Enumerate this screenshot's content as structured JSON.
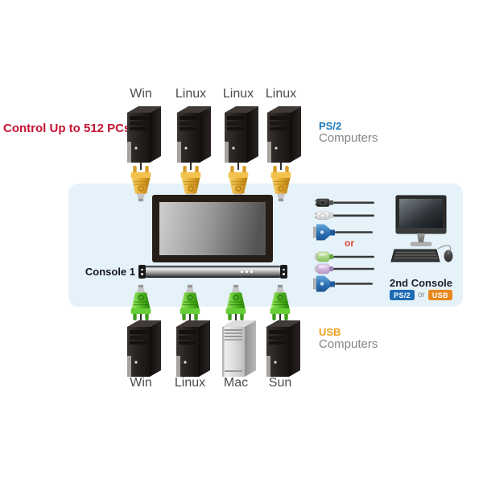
{
  "headline": {
    "text": "Control Up to 512 PCs"
  },
  "ps2_group": {
    "tag": "PS/2",
    "label": "Computers",
    "computers": [
      {
        "label": "Win"
      },
      {
        "label": "Linux"
      },
      {
        "label": "Linux"
      },
      {
        "label": "Linux"
      }
    ]
  },
  "usb_group": {
    "tag": "USB",
    "label": "Computers",
    "computers": [
      {
        "label": "Win"
      },
      {
        "label": "Linux"
      },
      {
        "label": "Mac"
      },
      {
        "label": "Sun"
      }
    ]
  },
  "console1": {
    "label": "Console 1"
  },
  "cable_options": {
    "or_label": "or"
  },
  "console2": {
    "label": "2nd Console",
    "badges": {
      "ps2": "PS/2",
      "or": "or",
      "usb": "USB"
    }
  },
  "icons": {
    "tower": "computer-tower-icon",
    "mac_tower": "mac-tower-icon",
    "ps2_connector": "yellow-sphd-connector-icon",
    "usb_connector": "green-sphd-connector-icon",
    "usb_cable_black": "usb-cable-black-icon",
    "usb_cable_white": "usb-cable-white-icon",
    "vga_cable": "vga-cable-blue-icon",
    "ps2_keyboard_cable": "ps2-cable-green-icon",
    "ps2_mouse_cable": "ps2-cable-purple-icon",
    "second_console": "monitor-keyboard-mouse-icon"
  },
  "colors": {
    "headline": "#c41230",
    "band": "#e6f2fa",
    "ps2_tag": "#1e78bb",
    "usb_tag": "#f0a11f",
    "or_text": "#e2402f",
    "badge_ps2": "#1e6cb4",
    "badge_usb": "#e8871d",
    "connector_ps2": "#e8b23a",
    "connector_usb": "#54b92c"
  }
}
